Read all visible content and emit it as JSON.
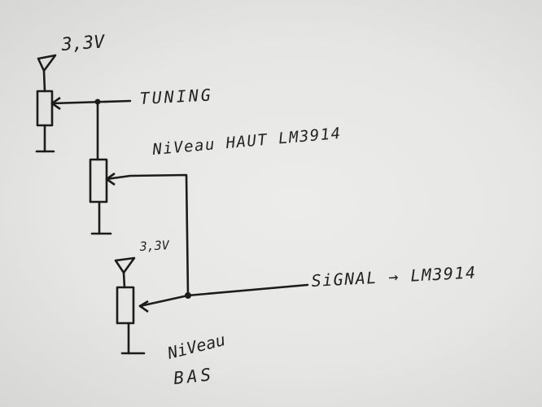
{
  "labels": {
    "supply_top": "3,3V",
    "tuning": "TUNING",
    "niveau_haut": "NiVeau HAUT  LM3914",
    "supply_bottom": "3,3V",
    "signal": "SiGNAL → LM3914",
    "niveau_bas_line1": "NiVeau",
    "niveau_bas_line2": "BAS"
  },
  "colors": {
    "paper": "#e6e6e4",
    "ink": "#1c1c1c"
  }
}
